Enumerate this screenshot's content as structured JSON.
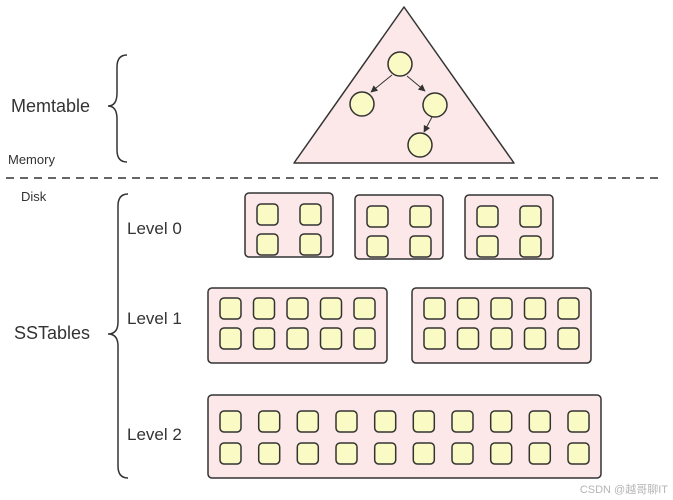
{
  "labels": {
    "memtable": "Memtable",
    "memory": "Memory",
    "disk": "Disk",
    "sstables": "SSTables",
    "level0": "Level 0",
    "level1": "Level 1",
    "level2": "Level 2"
  },
  "watermark": "CSDN @越哥聊IT",
  "levels": [
    {
      "name": "Level 0",
      "sstables": [
        {
          "columns": 2,
          "rows": 2
        },
        {
          "columns": 2,
          "rows": 2
        },
        {
          "columns": 2,
          "rows": 2
        }
      ]
    },
    {
      "name": "Level 1",
      "sstables": [
        {
          "columns": 5,
          "rows": 2
        },
        {
          "columns": 5,
          "rows": 2
        }
      ]
    },
    {
      "name": "Level 2",
      "sstables": [
        {
          "columns": 10,
          "rows": 2
        }
      ]
    }
  ],
  "memtable_tree": {
    "nodes": 4
  },
  "colors": {
    "stroke": "#333333",
    "container_fill": "#fce8e8",
    "block_fill": "#fafac4",
    "node_fill": "#fafac4",
    "text": "#333333"
  }
}
